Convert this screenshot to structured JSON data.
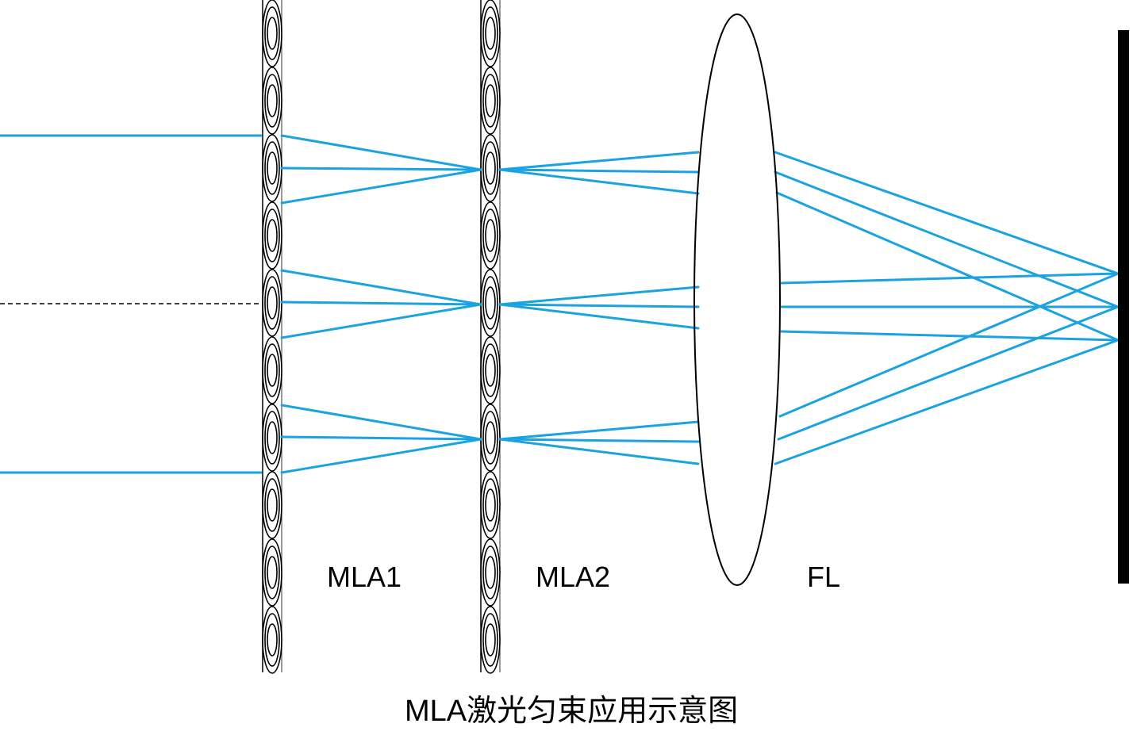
{
  "labels": {
    "mla1": "MLA1",
    "mla2": "MLA2",
    "fl": "FL"
  },
  "caption": "MLA激光匀束应用示意图",
  "colors": {
    "ray": "#1aa3e0",
    "element": "#000000",
    "background": "#ffffff"
  }
}
